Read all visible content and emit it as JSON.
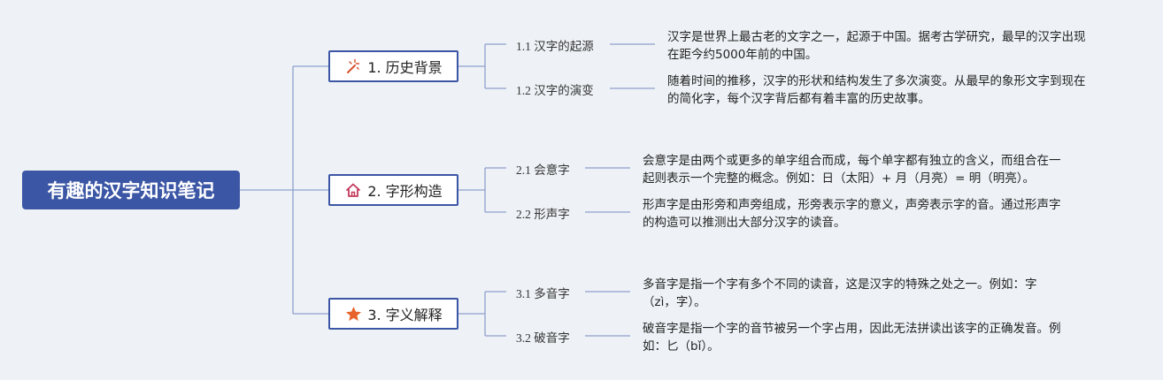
{
  "root": {
    "title": "有趣的汉字知识笔记"
  },
  "branches": [
    {
      "label": "1. 历史背景",
      "icon": "magic-wand-icon",
      "items": [
        {
          "label": "1.1 汉字的起源",
          "desc_line1": "汉字是世界上最古老的文字之一，起源于中国。据考古学研究，最早的汉字出现",
          "desc_line2": "在距今约5000年前的中国。"
        },
        {
          "label": "1.2 汉字的演变",
          "desc_line1": "随着时间的推移，汉字的形状和结构发生了多次演变。从最早的象形文字到现在",
          "desc_line2": "的简化字，每个汉字背后都有着丰富的历史故事。"
        }
      ]
    },
    {
      "label": "2. 字形构造",
      "icon": "home-icon",
      "items": [
        {
          "label": "2.1 会意字",
          "desc_line1": "会意字是由两个或更多的单字组合而成，每个单字都有独立的含义，而组合在一",
          "desc_line2": "起则表示一个完整的概念。例如：日（太阳）+ 月（月亮）= 明（明亮）。"
        },
        {
          "label": "2.2 形声字",
          "desc_line1": "形声字是由形旁和声旁组成，形旁表示字的意义，声旁表示字的音。通过形声字",
          "desc_line2": "的构造可以推测出大部分汉字的读音。"
        }
      ]
    },
    {
      "label": "3. 字义解释",
      "icon": "star-icon",
      "items": [
        {
          "label": "3.1 多音字",
          "desc_line1": "多音字是指一个字有多个不同的读音，这是汉字的特殊之处之一。例如：字",
          "desc_line2": "（zì，字）。"
        },
        {
          "label": "3.2 破音字",
          "desc_line1": "破音字是指一个字的音节被另一个字占用，因此无法拼读出该字的正确发音。例",
          "desc_line2": "如：匕（bǐ）。"
        }
      ]
    }
  ],
  "colors": {
    "background": "#eef2f6",
    "root_fill": "#3b56a5",
    "branch_border": "#3b56a5",
    "connector": "#8fa0cc",
    "icon_wand": "#d9502e",
    "icon_home": "#c43a5c",
    "icon_star": "#e8632b"
  }
}
